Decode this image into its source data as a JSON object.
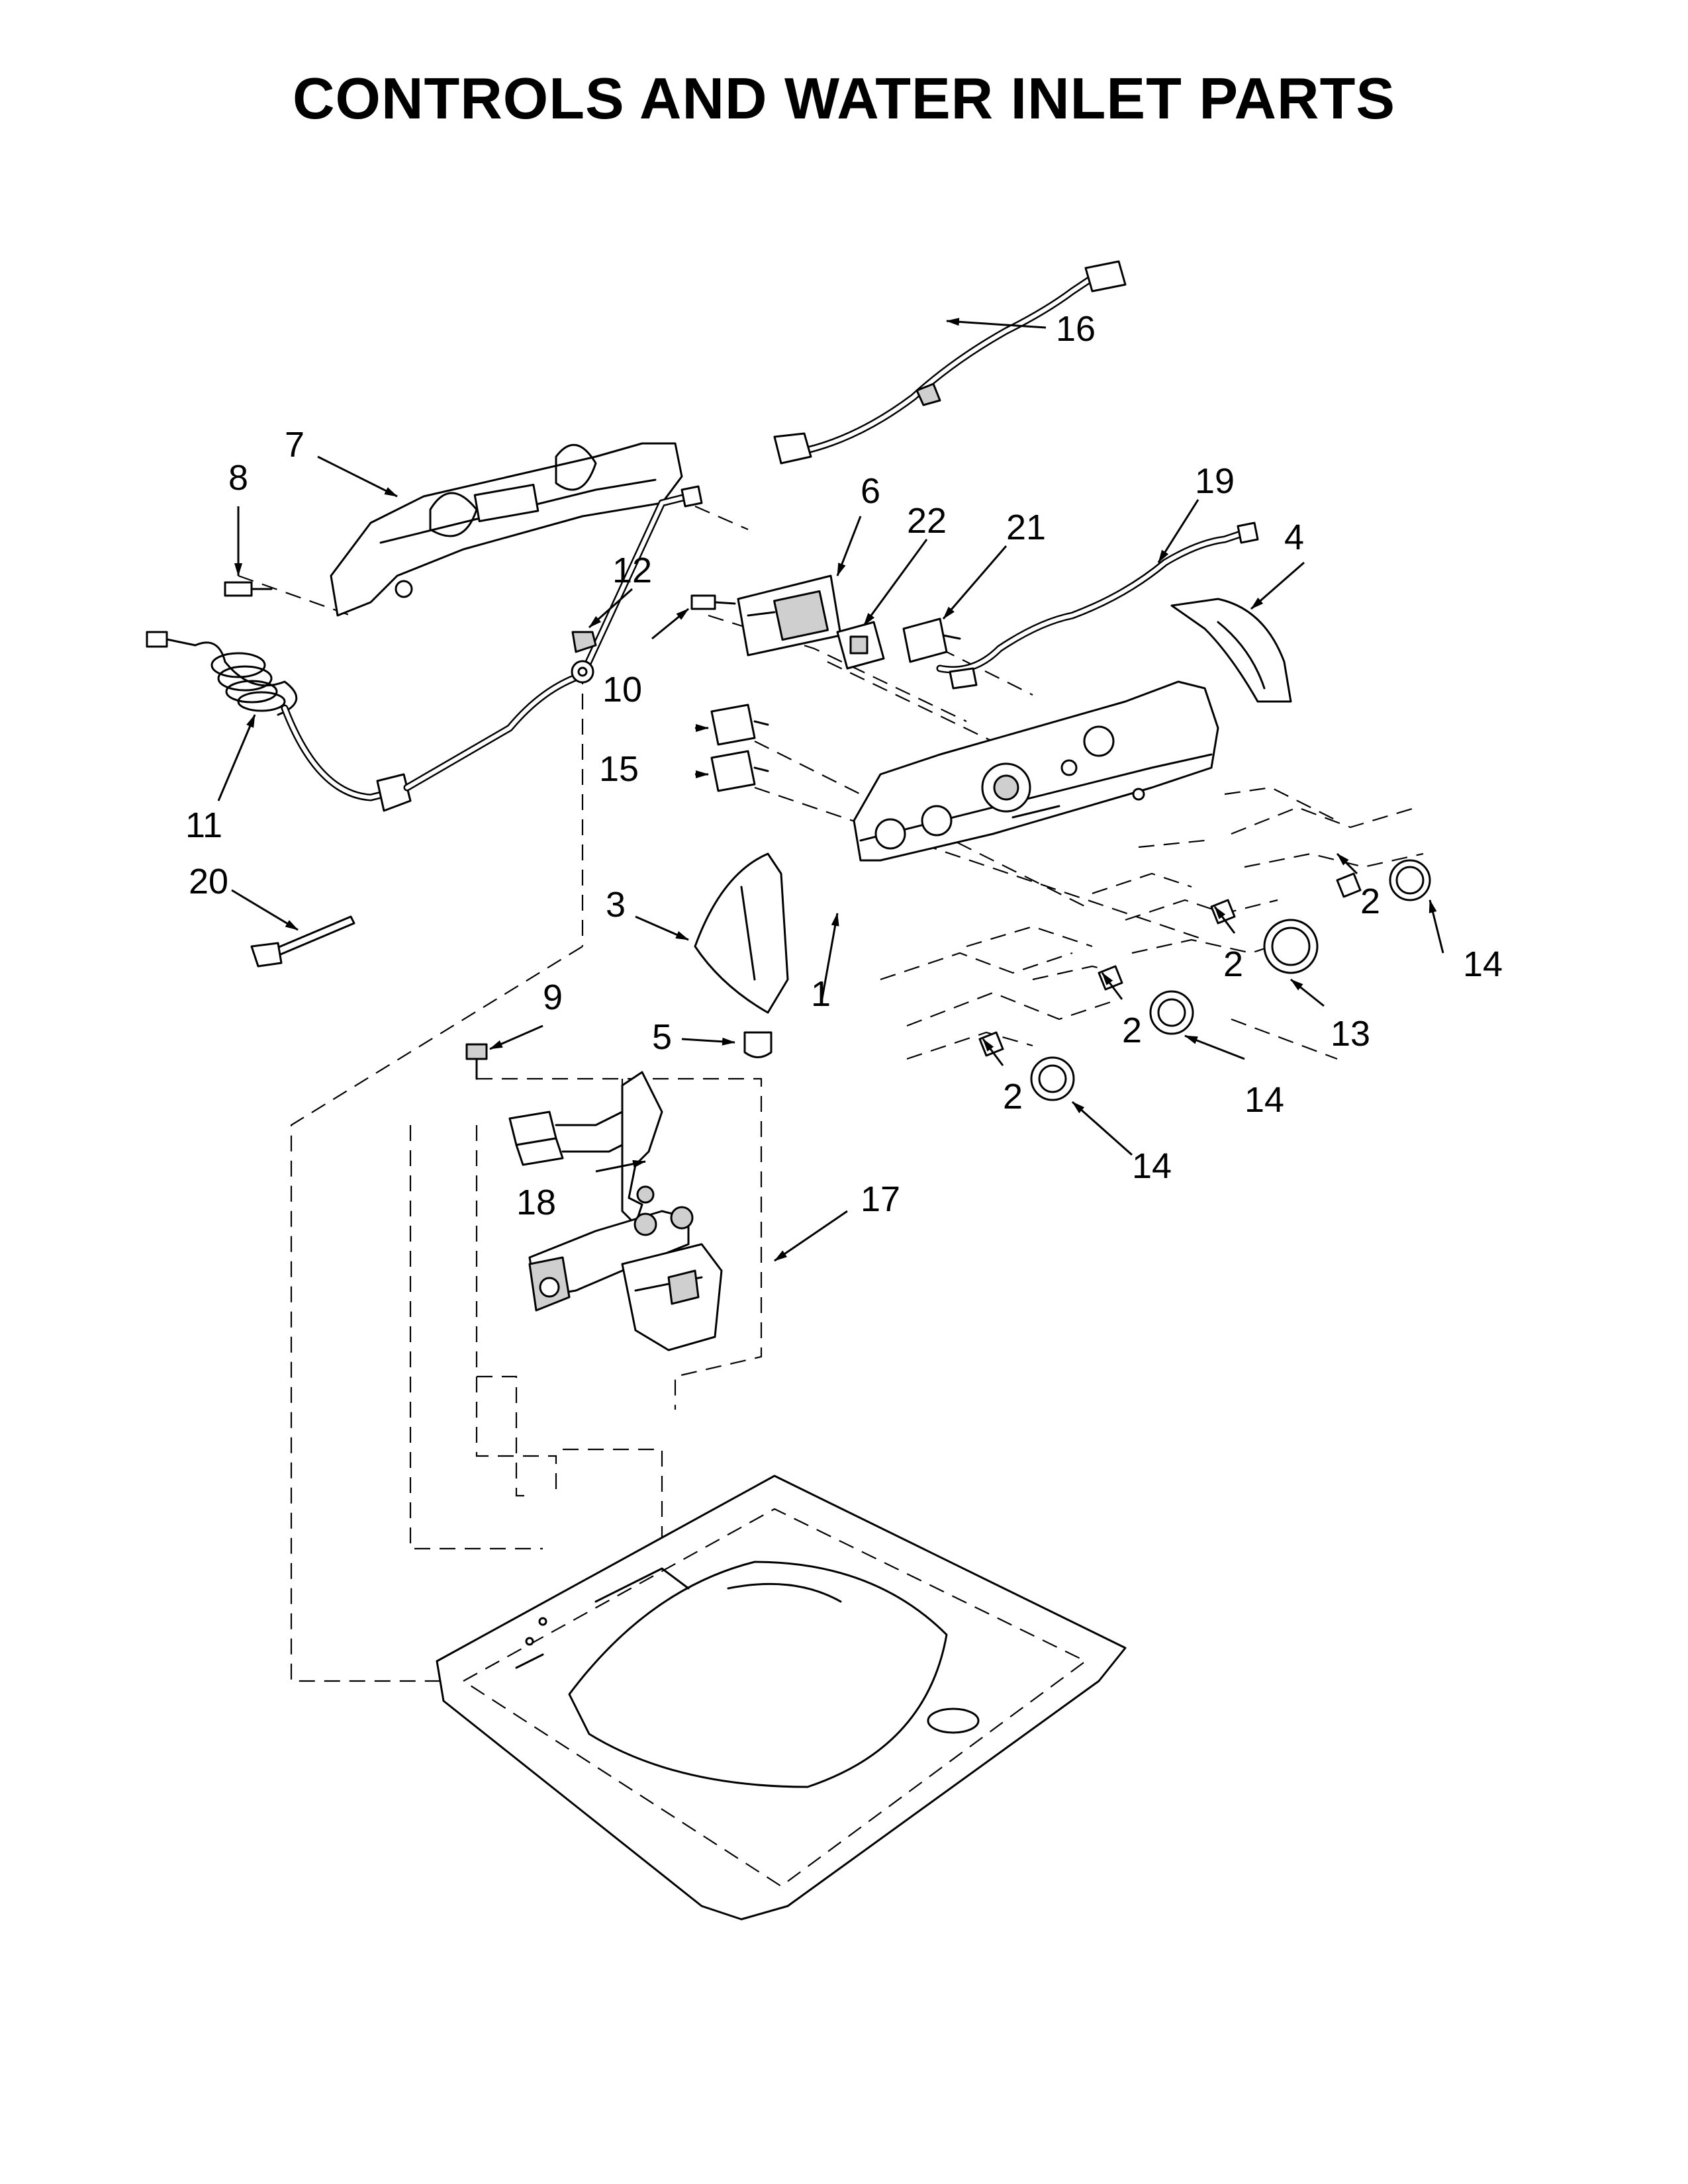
{
  "title": "CONTROLS AND WATER INLET PARTS",
  "callouts": [
    {
      "id": "c1",
      "text": "1"
    },
    {
      "id": "c2a",
      "text": "2"
    },
    {
      "id": "c2b",
      "text": "2"
    },
    {
      "id": "c2c",
      "text": "2"
    },
    {
      "id": "c2d",
      "text": "2"
    },
    {
      "id": "c3",
      "text": "3"
    },
    {
      "id": "c4",
      "text": "4"
    },
    {
      "id": "c5",
      "text": "5"
    },
    {
      "id": "c6",
      "text": "6"
    },
    {
      "id": "c7",
      "text": "7"
    },
    {
      "id": "c8",
      "text": "8"
    },
    {
      "id": "c9",
      "text": "9"
    },
    {
      "id": "c10",
      "text": "10"
    },
    {
      "id": "c11",
      "text": "11"
    },
    {
      "id": "c12",
      "text": "12"
    },
    {
      "id": "c13",
      "text": "13"
    },
    {
      "id": "c14a",
      "text": "14"
    },
    {
      "id": "c14b",
      "text": "14"
    },
    {
      "id": "c14c",
      "text": "14"
    },
    {
      "id": "c15",
      "text": "15"
    },
    {
      "id": "c16",
      "text": "16"
    },
    {
      "id": "c17",
      "text": "17"
    },
    {
      "id": "c18",
      "text": "18"
    },
    {
      "id": "c19",
      "text": "19"
    },
    {
      "id": "c20",
      "text": "20"
    },
    {
      "id": "c21",
      "text": "21"
    },
    {
      "id": "c22",
      "text": "22"
    }
  ]
}
